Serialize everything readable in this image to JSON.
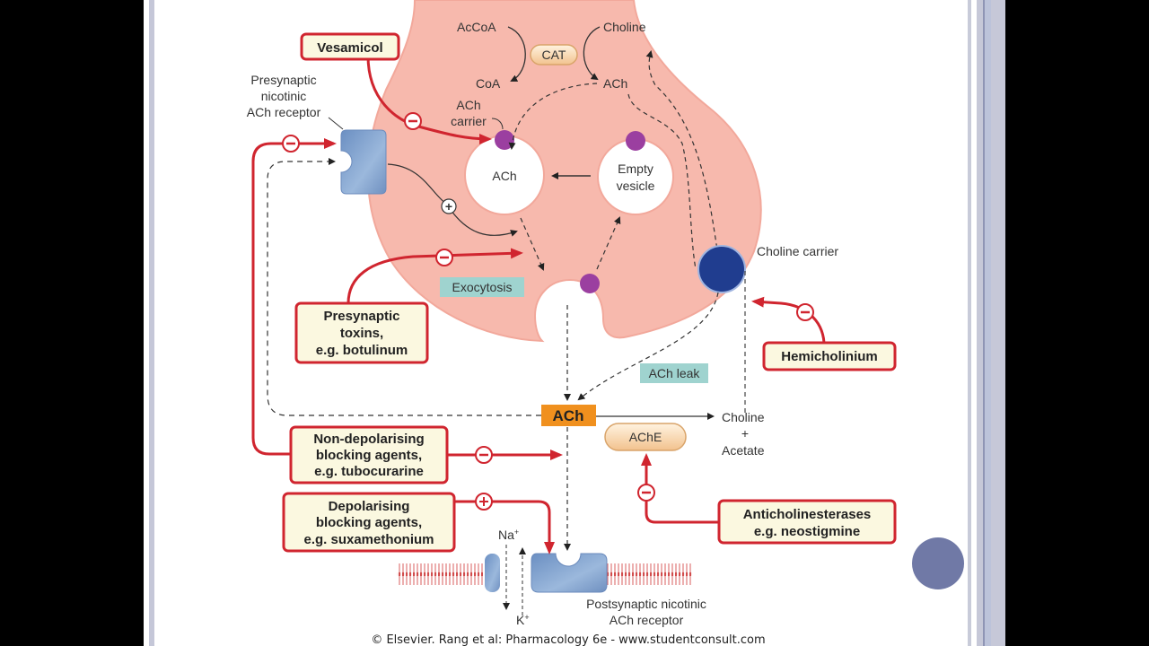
{
  "slide": {
    "background": "#ffffff",
    "nav_dot_color": "#7079a6"
  },
  "diagram": {
    "title": "Cholinergic synapse — drug sites of action",
    "colors": {
      "nerve_terminal": "#f7b9ad",
      "drug_box_fill": "#fbf8e0",
      "drug_box_border": "#d0252f",
      "inhibit_arrow": "#d0252f",
      "ach_box": "#f0901e",
      "label_box_teal": "#9fd3cf",
      "carrier_purple": "#9b3fa0",
      "choline_carrier_blue": "#203d8f",
      "receptor_blue": "#7c9fcc"
    },
    "synthesis": {
      "acetyl_coa": "AcCoA",
      "coa": "CoA",
      "enzyme": "CAT",
      "choline": "Choline",
      "ach": "ACh"
    },
    "vesicles": {
      "ach_carrier_line1": "ACh",
      "ach_carrier_line2": "carrier",
      "filled_vesicle": "ACh",
      "empty_vesicle_line1": "Empty",
      "empty_vesicle_line2": "vesicle"
    },
    "labels": {
      "presynaptic_receptor_line1": "Presynaptic",
      "presynaptic_receptor_line2": "nicotinic",
      "presynaptic_receptor_line3": "ACh receptor",
      "exocytosis": "Exocytosis",
      "choline_carrier": "Choline carrier",
      "ach_leak": "ACh leak",
      "synaptic_ach": "ACh",
      "ache": "AChE",
      "product_choline": "Choline",
      "product_plus": "+",
      "product_acetate": "Acetate",
      "na": "Na",
      "k": "K",
      "ion_charge": "+",
      "postsynaptic_receptor_line1": "Postsynaptic nicotinic",
      "postsynaptic_receptor_line2": "ACh receptor"
    },
    "signs": {
      "minus": "−",
      "plus": "+"
    },
    "drugs": {
      "vesamicol": "Vesamicol",
      "toxins_line1": "Presynaptic",
      "toxins_line2": "toxins,",
      "toxins_line3": "e.g. botulinum",
      "hemicholinium": "Hemicholinium",
      "nondepol_line1": "Non-depolarising",
      "nondepol_line2": "blocking agents,",
      "nondepol_line3": "e.g. tubocurarine",
      "depol_line1": "Depolarising",
      "depol_line2": "blocking agents,",
      "depol_line3": "e.g. suxamethonium",
      "antiche_line1": "Anticholinesterases",
      "antiche_line2": "e.g. neostigmine"
    },
    "footer": "© Elsevier. Rang et al: Pharmacology 6e - www.studentconsult.com"
  }
}
